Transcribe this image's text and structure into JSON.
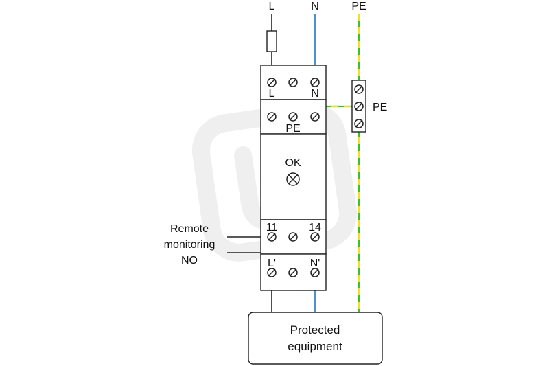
{
  "top_labels": {
    "l": "L",
    "n": "N",
    "pe": "PE"
  },
  "module": {
    "top_terminals": [
      "L",
      "N"
    ],
    "pe_terminal": "PE",
    "status_label": "OK",
    "remote_terminals": [
      "11",
      "14"
    ],
    "bottom_terminals": [
      "L'",
      "N'"
    ]
  },
  "pe_bar_label": "PE",
  "remote": {
    "line1": "Remote",
    "line2": "monitoring",
    "line3": "NO"
  },
  "equipment": {
    "line1": "Protected",
    "line2": "equipment"
  },
  "colors": {
    "neutral": "#3a86c8",
    "earth_green": "#3fbf2a",
    "earth_yellow": "#f0e020",
    "line": "#222222"
  }
}
